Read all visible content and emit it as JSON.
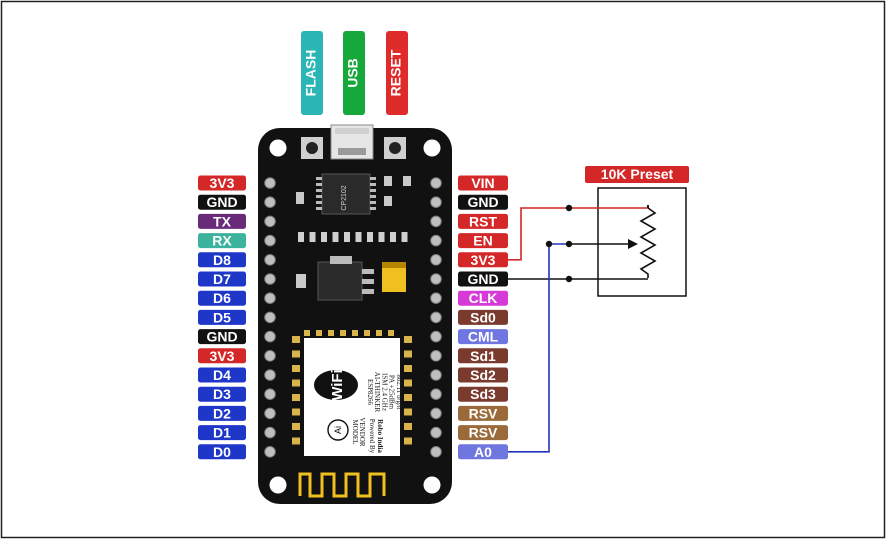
{
  "top_buttons": [
    {
      "label": "FLASH",
      "color": "#2bb5b5"
    },
    {
      "label": "USB",
      "color": "#16a83a"
    },
    {
      "label": "RESET",
      "color": "#e02b2b"
    }
  ],
  "left_pins": [
    {
      "label": "3V3",
      "color": "#d42727"
    },
    {
      "label": "GND",
      "color": "#111111"
    },
    {
      "label": "TX",
      "color": "#6a2a7a"
    },
    {
      "label": "RX",
      "color": "#3cb39c"
    },
    {
      "label": "D8",
      "color": "#1f37c8"
    },
    {
      "label": "D7",
      "color": "#1f37c8"
    },
    {
      "label": "D6",
      "color": "#1f37c8"
    },
    {
      "label": "D5",
      "color": "#1f37c8"
    },
    {
      "label": "GND",
      "color": "#111111"
    },
    {
      "label": "3V3",
      "color": "#d42727"
    },
    {
      "label": "D4",
      "color": "#1f37c8"
    },
    {
      "label": "D3",
      "color": "#1f37c8"
    },
    {
      "label": "D2",
      "color": "#1f37c8"
    },
    {
      "label": "D1",
      "color": "#1f37c8"
    },
    {
      "label": "D0",
      "color": "#1f37c8"
    }
  ],
  "right_pins": [
    {
      "label": "VIN",
      "color": "#d42727"
    },
    {
      "label": "GND",
      "color": "#111111"
    },
    {
      "label": "RST",
      "color": "#d42727"
    },
    {
      "label": "EN",
      "color": "#d42727"
    },
    {
      "label": "3V3",
      "color": "#d42727"
    },
    {
      "label": "GND",
      "color": "#111111"
    },
    {
      "label": "CLK",
      "color": "#d63ad6"
    },
    {
      "label": "Sd0",
      "color": "#7a3b2e"
    },
    {
      "label": "CML",
      "color": "#6f76e0"
    },
    {
      "label": "Sd1",
      "color": "#7a3b2e"
    },
    {
      "label": "Sd2",
      "color": "#7a3b2e"
    },
    {
      "label": "Sd3",
      "color": "#7a3b2e"
    },
    {
      "label": "RSV",
      "color": "#9a6a3a"
    },
    {
      "label": "RSV",
      "color": "#9a6a3a"
    },
    {
      "label": "A0",
      "color": "#6f76e0"
    }
  ],
  "preset": {
    "label": "10K Preset",
    "color": "#d42727"
  },
  "usb_chip": {
    "text": "CP2102"
  },
  "module": {
    "wifi_logo": "WiFi",
    "lines": [
      "ESP8266",
      "AI-THINKER",
      "ISM 2.4 GHz",
      "PA +25dBm",
      "802.11 b/g/n"
    ],
    "ai_mark": "Ai",
    "model_lines": [
      "MODEL",
      "VENDOR"
    ],
    "powered_by": "Powered By",
    "brand": "Robo India"
  },
  "wires": {
    "red": "#d42727",
    "black": "#111111",
    "blue": "#2233bb"
  }
}
